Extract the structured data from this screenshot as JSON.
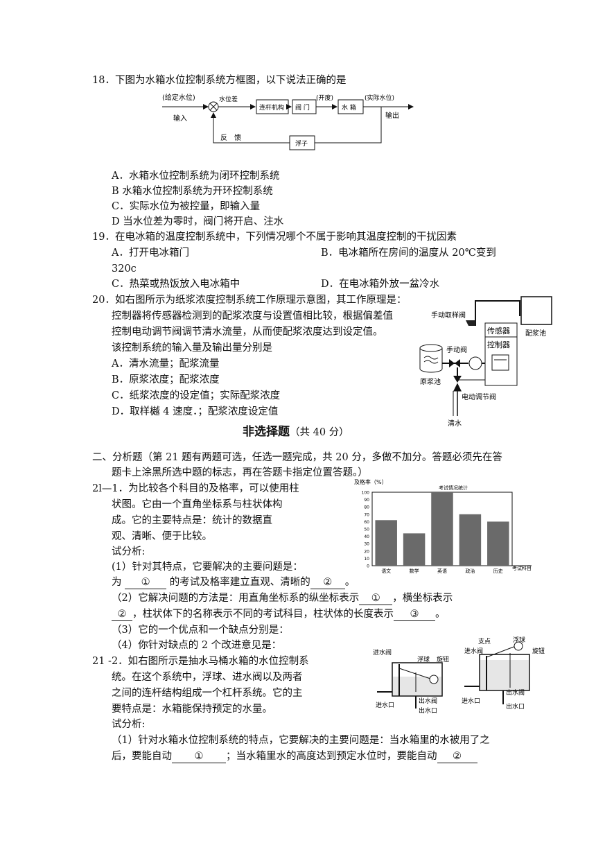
{
  "q18": {
    "stem": "18．下图为水箱水位控制系统方框图，以下说法正确的是",
    "diagram": {
      "set_level": "(给定水位)",
      "input": "输入",
      "level_diff": "水位差",
      "linkage": "连杆机构",
      "opening": "(开度)",
      "valve": "阀 门",
      "tank": "水 箱",
      "actual_level": "(实际水位)",
      "output": "输出",
      "feedback": "反　馈",
      "float": "浮子"
    },
    "options": [
      "A．水箱水位控制系统为闭环控制系统",
      "B 水箱水位控制系统为开环控制系统",
      "C．实际水位为被控量，即输入量",
      "D 当水位差为零时，阀门将开启、注水"
    ]
  },
  "q19": {
    "stem": "19．在电冰箱的温度控制系统中，下列情况哪个不属于影响其温度控制的干扰因素",
    "opt_a": "A．打开电冰箱门",
    "opt_b": "B．电冰箱所在房间的温度从 20℃变到",
    "opt_b_cont": "320c",
    "opt_c": "C．热菜或热饭放入电冰箱中",
    "opt_d": "D．在电冰箱外放一盆冷水"
  },
  "q20": {
    "lines": [
      "20．如右图所示为纸浆浓度控制系统工作原理示意图，其工作原理是：",
      "控制器将传感器检测到的配浆浓度与设置值相比较，根据偏差值",
      "控制电动调节阀调节清水流量，从而使配浆浓度达到设定值。",
      "该控制系统的输入量及输出量分别是"
    ],
    "options": [
      "A．清水流量；配浆流量",
      "B．原浆浓度；配浆浓度",
      "C．纸浆浓度的设定值；实际配浆浓度",
      "D．取样樾 4 速度．；配浆浓度设定值"
    ],
    "diagram": {
      "manual_sampling_valve": "手动取样阀",
      "sensor": "传感器",
      "controller": "控制器",
      "mixing_tank": "配浆池",
      "manual_valve": "手动阀",
      "raw_tank": "原浆池",
      "electric_valve": "电动调节阀",
      "clear_water": "清水"
    }
  },
  "section2": {
    "title": "非选择题",
    "score": "（共 40 分）",
    "intro1": "二、分析题（第 21 题有两题可选，任选一题完成，共 20 分，多做不加分。答题必须先在答",
    "intro2": "题卡上涂黑所选中题的标志，再在答题卡指定位置答题。）"
  },
  "q21_1": {
    "lines": [
      "2l—1．为比较各个科目的及格率，可以使用柱",
      "状图。它由一个直角坐标系与柱状体构",
      "成。它的主要特点是：统计的数据直",
      "观、清晰、便于比较。",
      "试分析:",
      "(1）针对其特点，它要解决的主要问题是："
    ],
    "l7_a": "为",
    "l7_b1": "①",
    "l7_c": "的考试及格率建立直观、清晰的",
    "l7_b2": "②",
    "l7_d": "。",
    "l8_a": "（2）它解决问题的方法是：用直角坐标系的纵坐标表示",
    "l8_b1": "①",
    "l8_c": "，横坐标表示",
    "l9_b2": "②",
    "l9_a": "，柱状体下的名称表示不同的考试科目，柱状体的长度表示",
    "l9_b3": "③",
    "l9_c": "。",
    "l10": "（3）它的一个优点和一个缺点分别是：",
    "l11": "（4）你针对缺点的 2 个改进意见是："
  },
  "chart_data": {
    "type": "bar",
    "title": "考试情况统计",
    "ylabel": "及格率（%）",
    "xlabel": "考试科目",
    "categories": [
      "语文",
      "数学",
      "英语",
      "政治",
      "历史"
    ],
    "values": [
      62,
      44,
      100,
      70,
      60
    ],
    "ylim": [
      0,
      100
    ],
    "yticks": [
      "0",
      "10",
      "20",
      "30",
      "40",
      "50",
      "60",
      "70",
      "80",
      "90",
      "100"
    ],
    "bar_color": "#6a6a6a"
  },
  "q21_2": {
    "lines": [
      "21 -2．如右图所示是抽水马桶水箱的水位控制系",
      "统。在这个系统中，浮球、进水阀以及两者",
      "之间的连杆结构组成一个杠杆系统。它的主",
      "要特点是：水箱能保持预定的水量。",
      "试分析:"
    ],
    "l6": "（1）针对水箱水位控制系统的特点，它要解决的主要问题是：当水箱里的水被用了之",
    "l7_a": "后，要能自动",
    "l7_b1": "①",
    "l7_c": "；当水箱里水的高度达到预定水位时，要能自动",
    "l7_b2": "②",
    "diagram": {
      "inlet_valve": "进水阀",
      "float": "浮球",
      "knob": "旋钮",
      "outlet_valve": "出水阀",
      "inlet": "进水口",
      "outlet": "出水口",
      "fulcrum": "支点"
    }
  }
}
